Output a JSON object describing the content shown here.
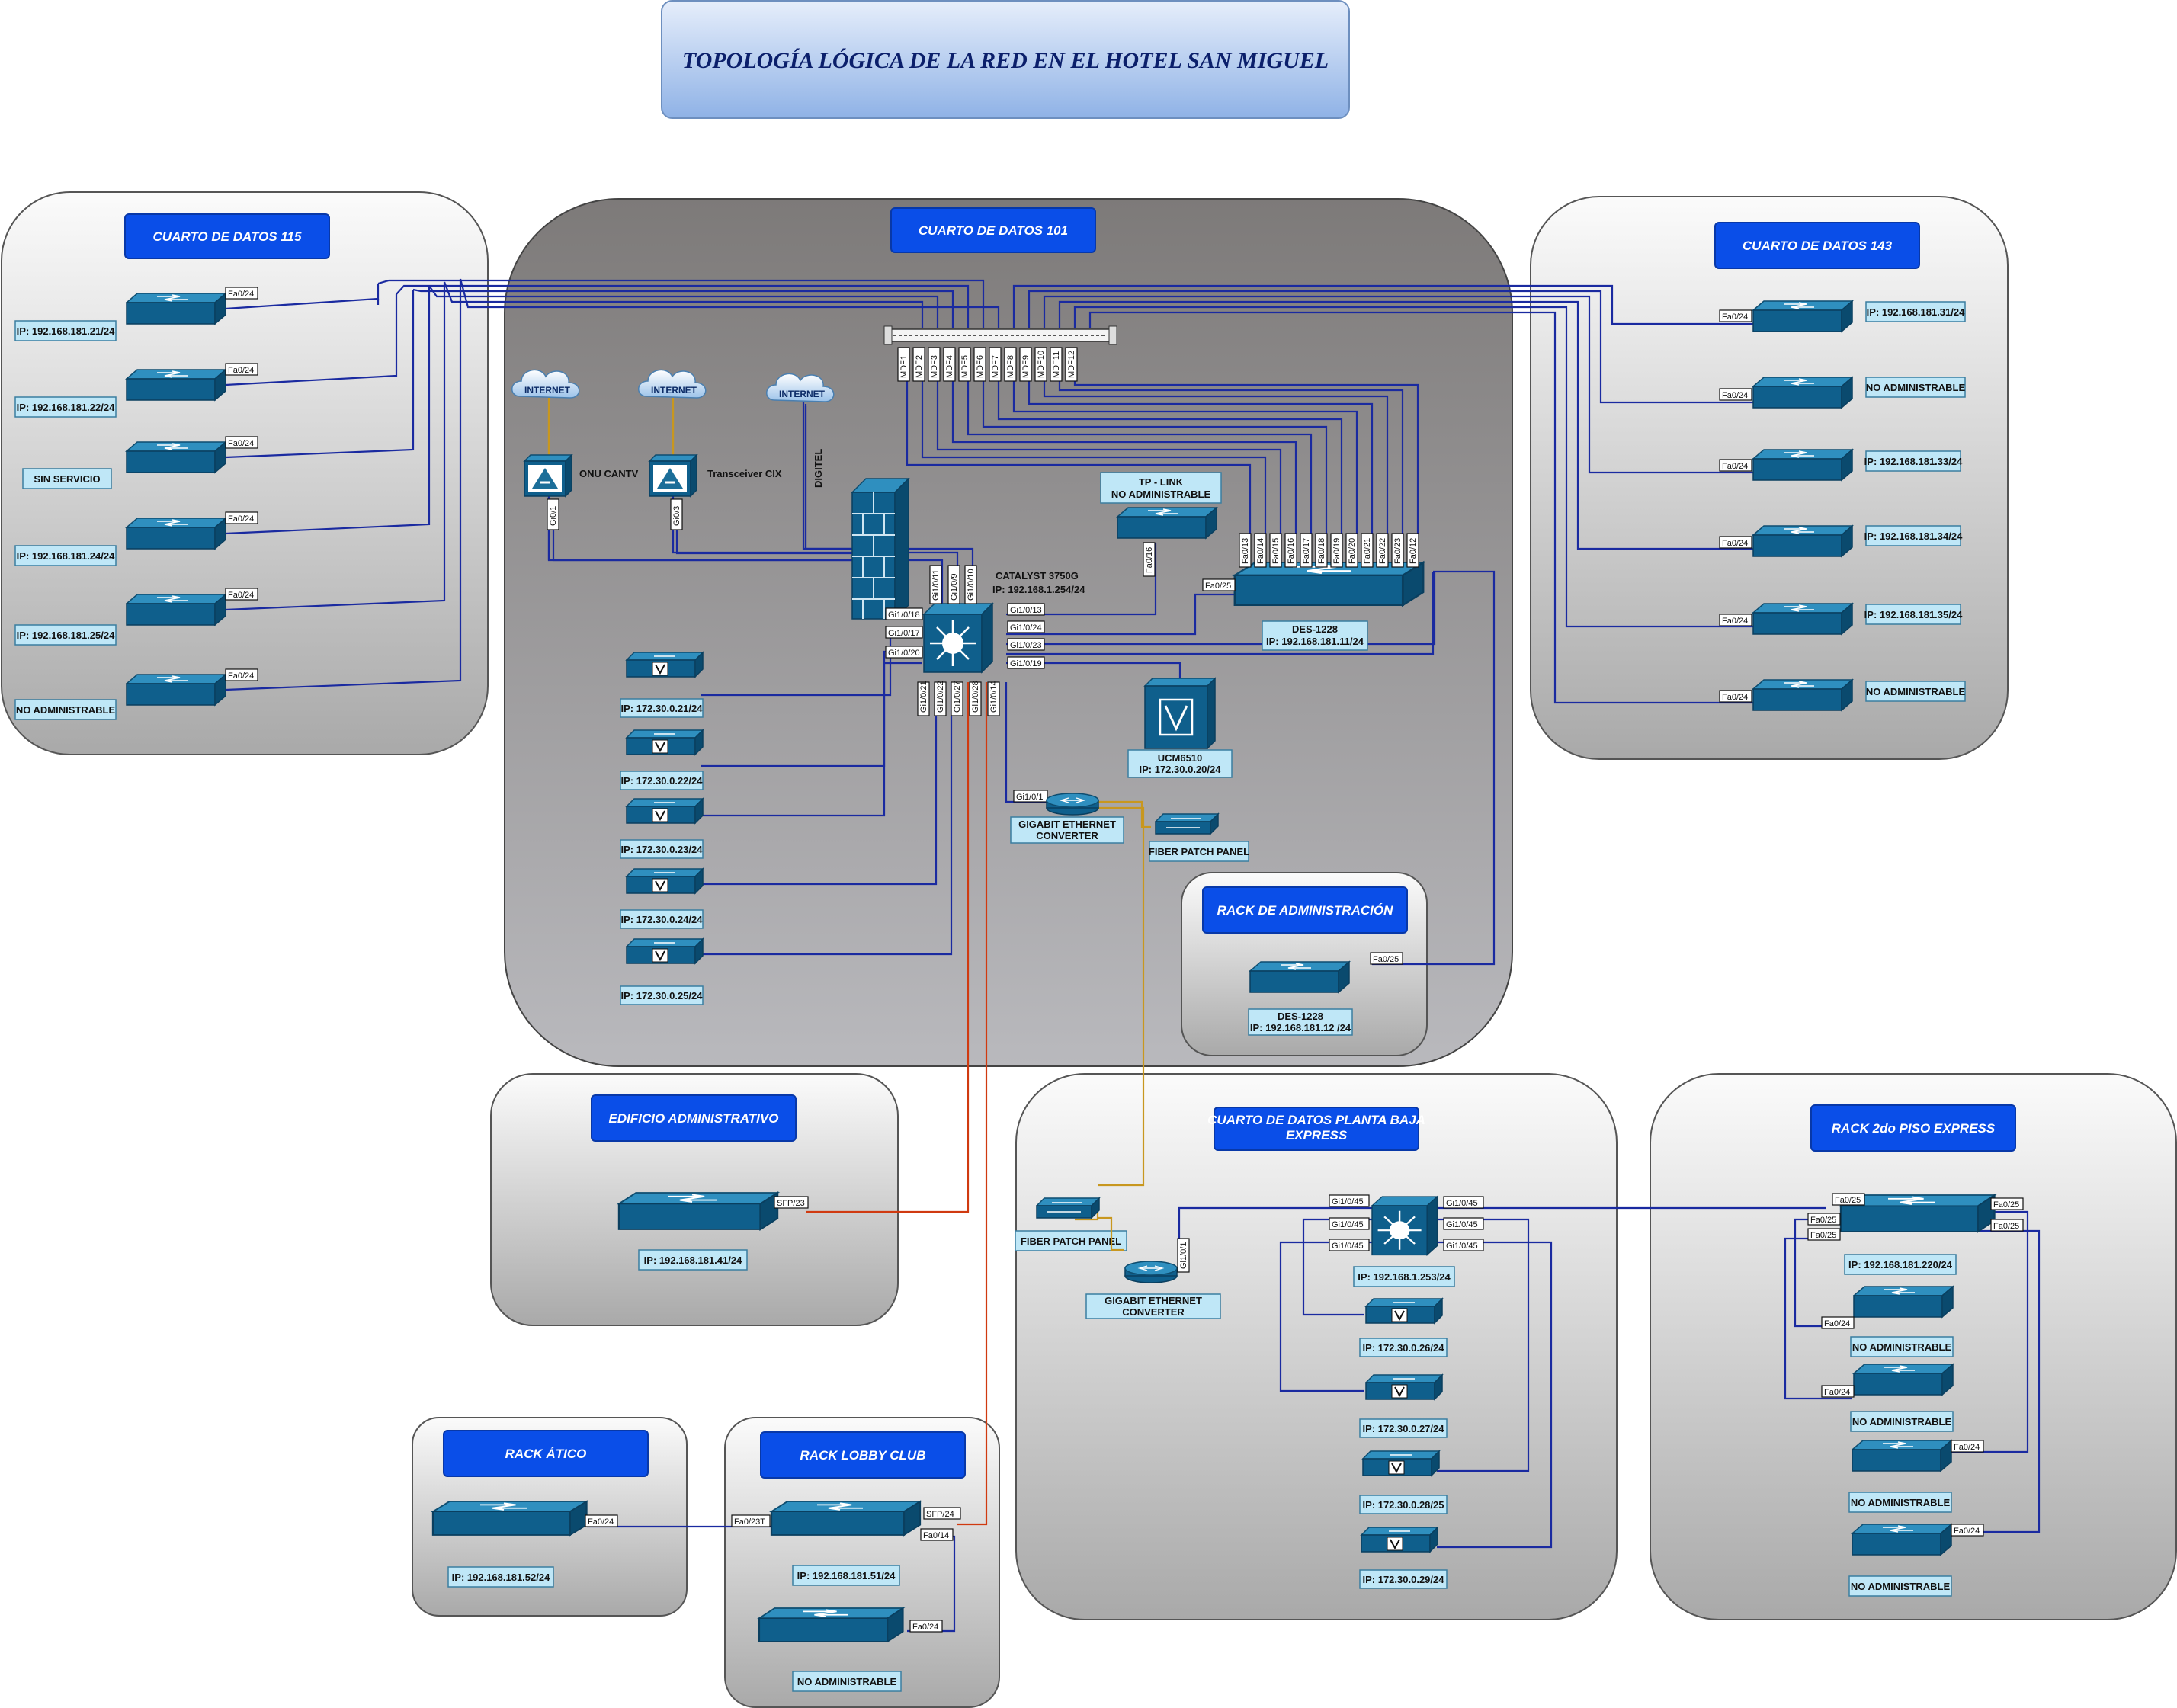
{
  "title": "TOPOLOGÍA LÓGICA DE LA RED EN EL HOTEL SAN MIGUEL",
  "colors": {
    "header": "#0a4ee8",
    "label": "#bfe7f7",
    "copper_link": "#1a2aa0",
    "fiber_link": "#c8971f",
    "red_link": "#d03a10",
    "switch": "#1b6e99"
  },
  "rooms": {
    "cd115": {
      "title": "CUARTO DE DATOS 115",
      "switches": [
        {
          "port": "Fa0/24",
          "label": "IP: 192.168.181.21/24"
        },
        {
          "port": "Fa0/24",
          "label": "IP: 192.168.181.22/24"
        },
        {
          "port": "Fa0/24",
          "label": "SIN SERVICIO"
        },
        {
          "port": "Fa0/24",
          "label": "IP: 192.168.181.24/24"
        },
        {
          "port": "Fa0/24",
          "label": "IP: 192.168.181.25/24"
        },
        {
          "port": "Fa0/24",
          "label": "NO ADMINISTRABLE"
        }
      ]
    },
    "cd101": {
      "title": "CUARTO DE DATOS 101"
    },
    "cd143": {
      "title": "CUARTO DE DATOS 143",
      "switches": [
        {
          "port": "Fa0/24",
          "label": "IP: 192.168.181.31/24"
        },
        {
          "port": "Fa0/24",
          "label": "NO ADMINISTRABLE"
        },
        {
          "port": "Fa0/24",
          "label": "IP: 192.168.181.33/24"
        },
        {
          "port": "Fa0/24",
          "label": "IP: 192.168.181.34/24"
        },
        {
          "port": "Fa0/24",
          "label": "IP: 192.168.181.35/24"
        },
        {
          "port": "Fa0/24",
          "label": "NO ADMINISTRABLE"
        }
      ]
    },
    "rack_admin": {
      "title": "RACK DE ADMINISTRACIÓN",
      "port": "Fa0/25",
      "label1": "DES-1228",
      "label2": "IP: 192.168.181.12 /24"
    },
    "edif_admin": {
      "title": "EDIFICIO ADMINISTRATIVO",
      "port": "SFP/23",
      "label": "IP: 192.168.181.41/24"
    },
    "planta_baja": {
      "title1": "CUARTO DE DATOS PLANTA BAJA",
      "title2": "EXPRESS"
    },
    "rack2do": {
      "title": "RACK 2do PISO EXPRESS"
    },
    "rack_atico": {
      "title": "RACK ÁTICO",
      "port": "Fa0/24",
      "label": "IP: 192.168.181.52/24"
    },
    "rack_lobby": {
      "title": "RACK LOBBY CLUB"
    }
  },
  "cd101": {
    "patch_ports": [
      "MDF1",
      "MDF2",
      "MDF3",
      "MDF4",
      "MDF5",
      "MDF6",
      "MDF7",
      "MDF8",
      "MDF9",
      "MDF10",
      "MDF11",
      "MDF12"
    ],
    "clouds": [
      "INTERNET",
      "INTERNET",
      "INTERNET"
    ],
    "onu": "ONU CANTV",
    "transceiver": "Transceiver CIX",
    "digitel": "DIGITEL",
    "onu_port": "Gi0/1",
    "trans_port": "Gi0/3",
    "catalyst": {
      "name": "CATALYST 3750G",
      "ip": "IP: 192.168.1.254/24",
      "top_ports": [
        "Gi1/0/11",
        "Gi1/0/9",
        "Gi1/0/10"
      ],
      "left_ports": [
        "Gi1/0/18",
        "Gi1/0/17",
        "Gi1/0/20"
      ],
      "right_ports": [
        "Gi1/0/13",
        "Gi1/0/24",
        "Gi1/0/23",
        "Gi1/0/19"
      ],
      "bottom_ports": [
        "Gi1/0/21",
        "Gi1/0/22",
        "Gi1/0/27",
        "Gi1/0/28",
        "Gi1/0/14"
      ]
    },
    "tplink": {
      "name": "TP - LINK",
      "sub": "NO ADMINISTRABLE",
      "port": "Fa0/16"
    },
    "des1228": {
      "name": "DES-1228",
      "ip": "IP: 192.168.181.11/24",
      "port": "Fa0/25",
      "top_ports": [
        "Fa0/13",
        "Fa0/14",
        "Fa0/15",
        "Fa0/16",
        "Fa0/17",
        "Fa0/18",
        "Fa0/19",
        "Fa0/20",
        "Fa0/21",
        "Fa0/22",
        "Fa0/23",
        "Fa0/12"
      ]
    },
    "ucm": {
      "name": "UCM6510",
      "ip": "IP: 172.30.0.20/24"
    },
    "phones": [
      "IP: 172.30.0.21/24",
      "IP: 172.30.0.22/24",
      "IP: 172.30.0.23/24",
      "IP: 172.30.0.24/24",
      "IP: 172.30.0.25/24"
    ],
    "gec": {
      "port": "Gi1/0/1",
      "name1": "GIGABIT ETHERNET",
      "name2": "CONVERTER"
    },
    "fpp": "FIBER PATCH PANEL"
  },
  "planta_baja": {
    "fpp": "FIBER PATCH PANEL",
    "gec": {
      "port": "Gi1/0/1",
      "name1": "GIGABIT ETHERNET",
      "name2": "CONVERTER"
    },
    "core": {
      "ip": "IP: 192.168.1.253/24",
      "left_ports": [
        "Gi1/0/45",
        "Gi1/0/45",
        "Gi1/0/45"
      ],
      "right_ports": [
        "Gi1/0/45",
        "Gi1/0/45",
        "Gi1/0/45"
      ]
    },
    "phones": [
      "IP: 172.30.0.26/24",
      "IP: 172.30.0.27/24",
      "IP: 172.30.0.28/25",
      "IP: 172.30.0.29/24"
    ]
  },
  "rack2do": {
    "main": {
      "label": "IP:  192.168.181.220/24",
      "ports": [
        "Fa0/25",
        "Fa0/25",
        "Fa0/25",
        "Fa0/25",
        "Fa0/25"
      ]
    },
    "switches": [
      {
        "port": "Fa0/24",
        "label": "NO ADMINISTRABLE"
      },
      {
        "port": "Fa0/24",
        "label": "NO ADMINISTRABLE"
      },
      {
        "port": "Fa0/24",
        "label": "NO ADMINISTRABLE"
      },
      {
        "port": "Fa0/24",
        "label": "NO ADMINISTRABLE"
      }
    ]
  },
  "lobby": {
    "main_label": "IP: 192.168.181.51/24",
    "ports": [
      "Fa0/23T",
      "SFP/24",
      "Fa0/14",
      "Fa0/24"
    ],
    "sub_label": "NO ADMINISTRABLE"
  }
}
